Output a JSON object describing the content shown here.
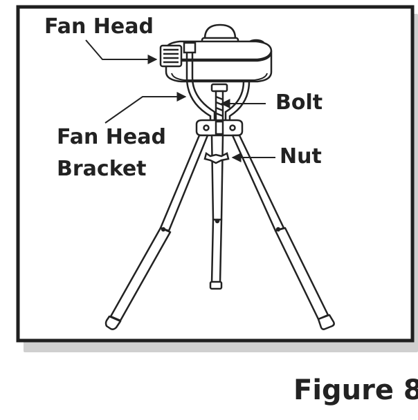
{
  "figure": {
    "caption": "Figure 8",
    "labels": {
      "fan_head": "Fan Head",
      "bolt": "Bolt",
      "bracket_line1": "Fan Head",
      "bracket_line2": "Bracket",
      "nut": "Nut"
    },
    "colors": {
      "ink": "#222222",
      "frame": "#1f1f1f",
      "shadow": "#c8c8c8",
      "paper": "#ffffff"
    }
  }
}
